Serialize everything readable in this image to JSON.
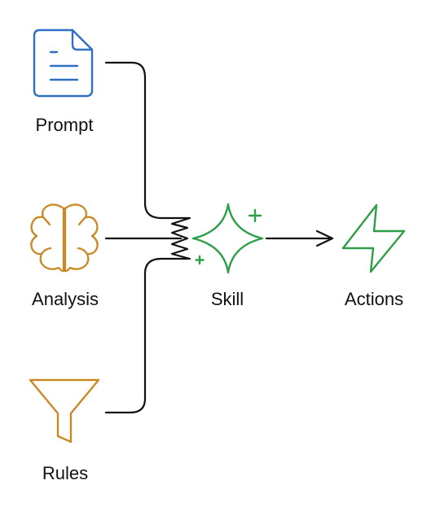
{
  "nodes": {
    "prompt": {
      "label": "Prompt",
      "icon": "document-icon",
      "color": "#2f6fc4"
    },
    "analysis": {
      "label": "Analysis",
      "icon": "brain-icon",
      "color": "#c98a26"
    },
    "rules": {
      "label": "Rules",
      "icon": "funnel-icon",
      "color": "#c98a26"
    },
    "skill": {
      "label": "Skill",
      "icon": "sparkle-icon",
      "color": "#2e9e48"
    },
    "actions": {
      "label": "Actions",
      "icon": "lightning-icon",
      "color": "#2e9e48"
    }
  },
  "connector_color": "#111111"
}
